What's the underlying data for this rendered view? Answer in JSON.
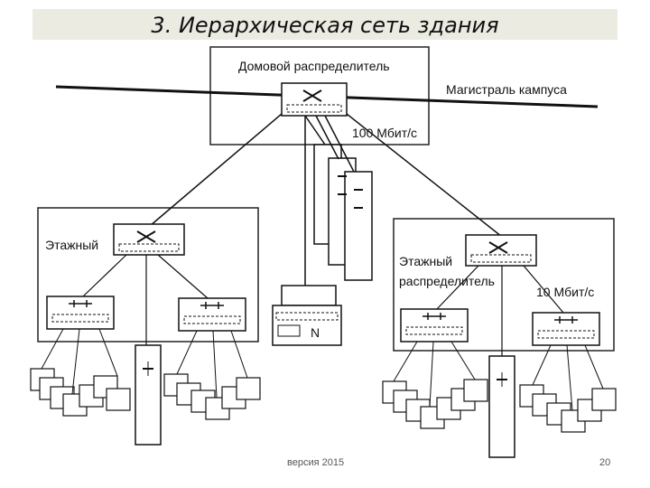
{
  "slide": {
    "title": "3. Иерархическая сеть здания",
    "footer_version": "версия 2015",
    "page_number": "20"
  },
  "diagram": {
    "building_distributor_label": "Домовой распределитель",
    "campus_backbone_label": "Магистраль кампуса",
    "speed_100": "100 Мбит/с",
    "floor_label_left": "Этажный",
    "floor_label_right_line1": "Этажный",
    "floor_label_right_line2": "распределитель",
    "speed_10": "10 Мбит/с",
    "printer_label": "N"
  }
}
